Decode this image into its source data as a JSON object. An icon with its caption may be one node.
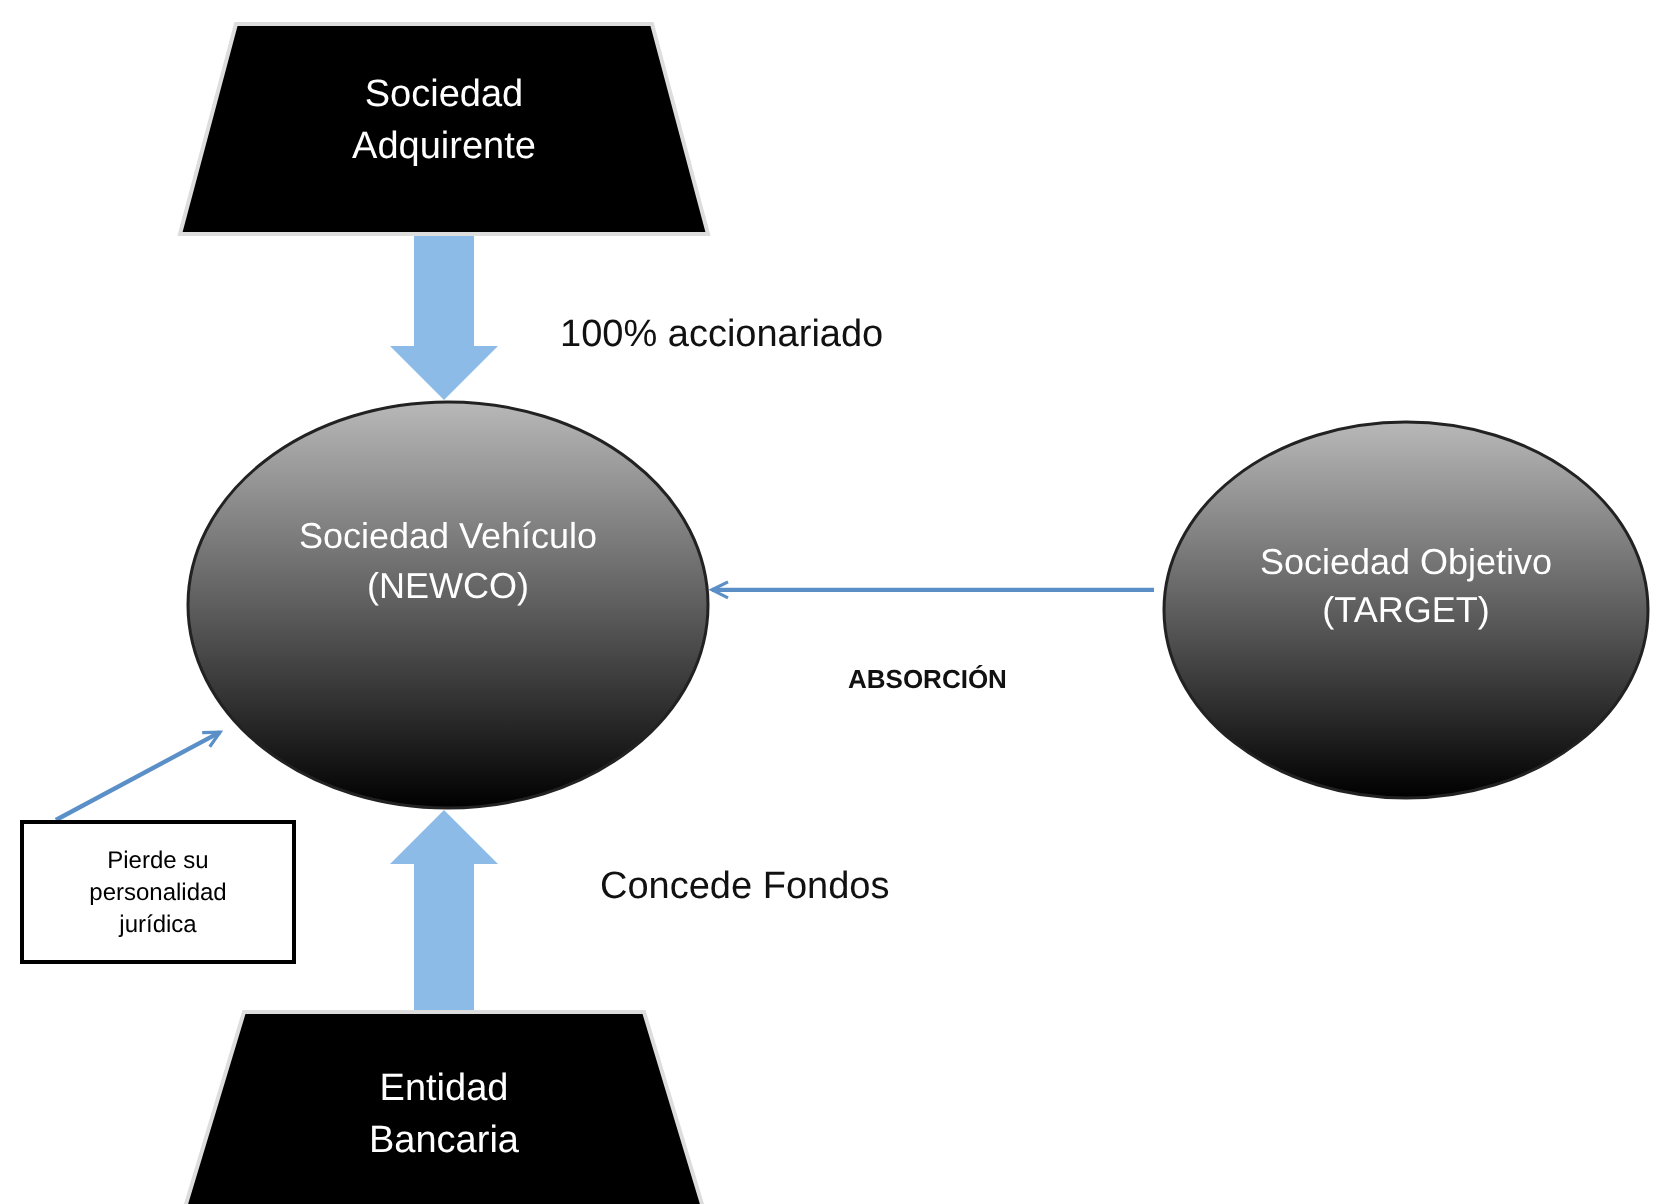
{
  "diagram": {
    "nodes": [
      {
        "text": [
          "Sociedad Adquirente"
        ]
      },
      {
        "text": [
          "Sociedad Vehículo (NEWCO)"
        ]
      },
      {
        "text": [
          "Sociedad Objetivo (TARGET)"
        ]
      },
      {
        "text": [
          "Pierde su personalidad jurídica"
        ]
      },
      {
        "text": [
          "Entidad Bancaria"
        ]
      }
    ],
    "edges": [
      {
        "from": 0,
        "to": 1,
        "arrow": "to",
        "label": "100% accionariado",
        "style": "thick"
      },
      {
        "from": 2,
        "to": 1,
        "arrow": "to",
        "label": "ABSORCIÓN"
      },
      {
        "from": 3,
        "to": 1,
        "arrow": "to"
      },
      {
        "from": 4,
        "to": 1,
        "arrow": "to",
        "label": "Concede Fondos",
        "style": "thick"
      }
    ]
  }
}
